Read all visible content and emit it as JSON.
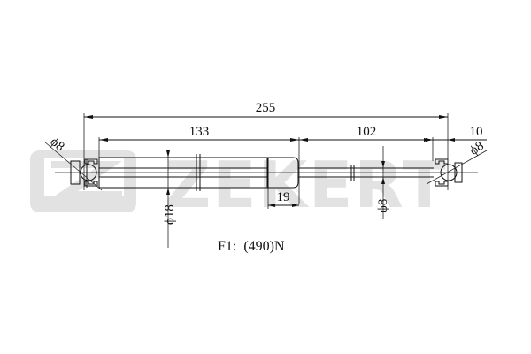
{
  "watermark": {
    "brand": "ZEKERT",
    "color": "#e2e2e2"
  },
  "dimensions": {
    "overall_length": "255",
    "body_length": "133",
    "rod_length": "102",
    "end_fitting": "10",
    "rod_shroud": "19",
    "body_diameter": "ϕ18",
    "rod_diameter": "ϕ8",
    "left_eye_diameter": "ϕ8",
    "right_eye_diameter": "ϕ8"
  },
  "force_label": "F1:  (490)N",
  "colors": {
    "line": "#111111",
    "background": "#ffffff"
  }
}
